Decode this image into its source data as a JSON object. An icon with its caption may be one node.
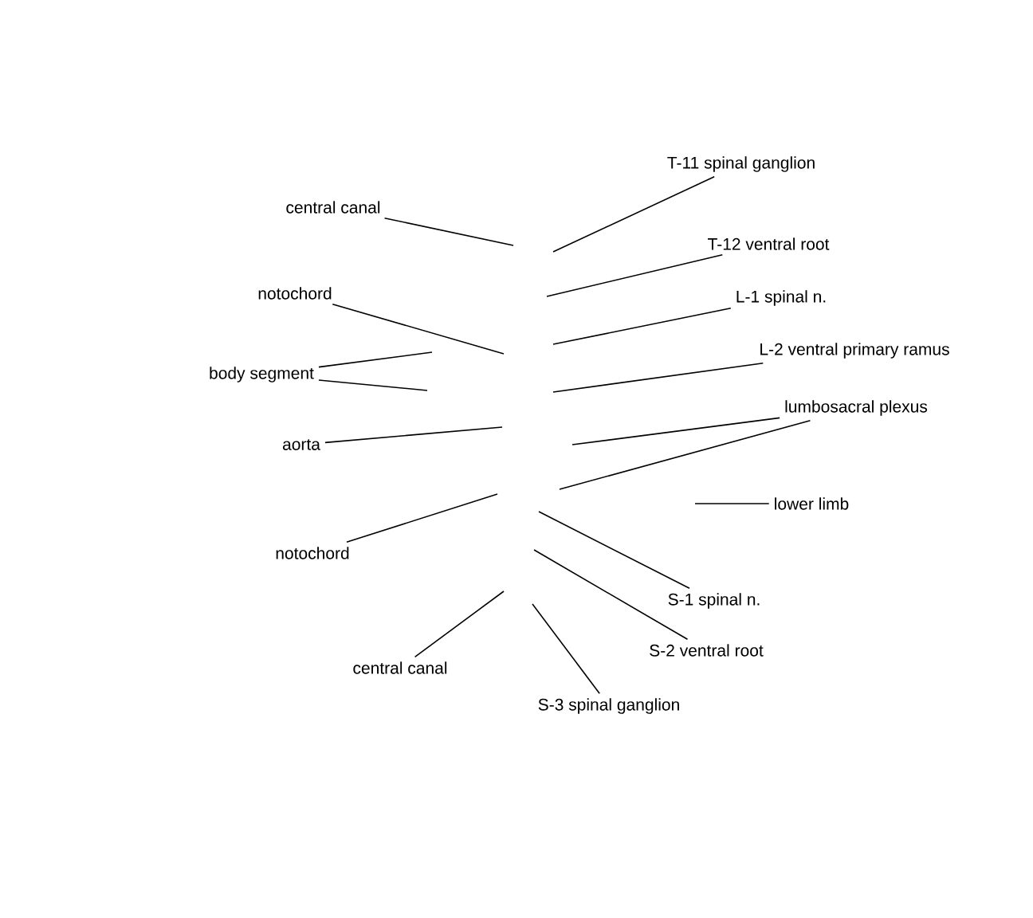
{
  "diagram": {
    "nodes": [
      {
        "text": [
          "T-11 spinal ganglion"
        ]
      },
      {
        "text": [
          "central canal"
        ]
      },
      {
        "text": [
          "T-12 ventral root"
        ]
      },
      {
        "text": [
          "notochord"
        ]
      },
      {
        "text": [
          "L-1 spinal n."
        ]
      },
      {
        "text": [
          "body segment"
        ]
      },
      {
        "text": [
          "L-2 ventral primary ramus"
        ]
      },
      {
        "text": [
          "aorta"
        ]
      },
      {
        "text": [
          "lumbosacral plexus"
        ]
      },
      {
        "text": [
          "lower limb"
        ]
      },
      {
        "text": [
          "notochord"
        ]
      },
      {
        "text": [
          "S-1 spinal n."
        ]
      },
      {
        "text": [
          "S-2 ventral root"
        ]
      },
      {
        "text": [
          "central canal"
        ]
      },
      {
        "text": [
          "S-3 spinal ganglion"
        ]
      }
    ],
    "edges": [
      {
        "from": 0,
        "to": null,
        "arrow": "none"
      },
      {
        "from": 1,
        "to": null,
        "arrow": "none"
      },
      {
        "from": 2,
        "to": null,
        "arrow": "none"
      },
      {
        "from": 3,
        "to": null,
        "arrow": "none"
      },
      {
        "from": 4,
        "to": null,
        "arrow": "none"
      },
      {
        "from": 5,
        "to": null,
        "arrow": "none"
      },
      {
        "from": 5,
        "to": null,
        "arrow": "none"
      },
      {
        "from": 6,
        "to": null,
        "arrow": "none"
      },
      {
        "from": 7,
        "to": null,
        "arrow": "none"
      },
      {
        "from": 8,
        "to": null,
        "arrow": "none"
      },
      {
        "from": 8,
        "to": null,
        "arrow": "none"
      },
      {
        "from": 9,
        "to": null,
        "arrow": "none"
      },
      {
        "from": 10,
        "to": null,
        "arrow": "none"
      },
      {
        "from": 11,
        "to": null,
        "arrow": "none"
      },
      {
        "from": 12,
        "to": null,
        "arrow": "none"
      },
      {
        "from": 13,
        "to": null,
        "arrow": "none"
      },
      {
        "from": 14,
        "to": null,
        "arrow": "none"
      }
    ]
  }
}
